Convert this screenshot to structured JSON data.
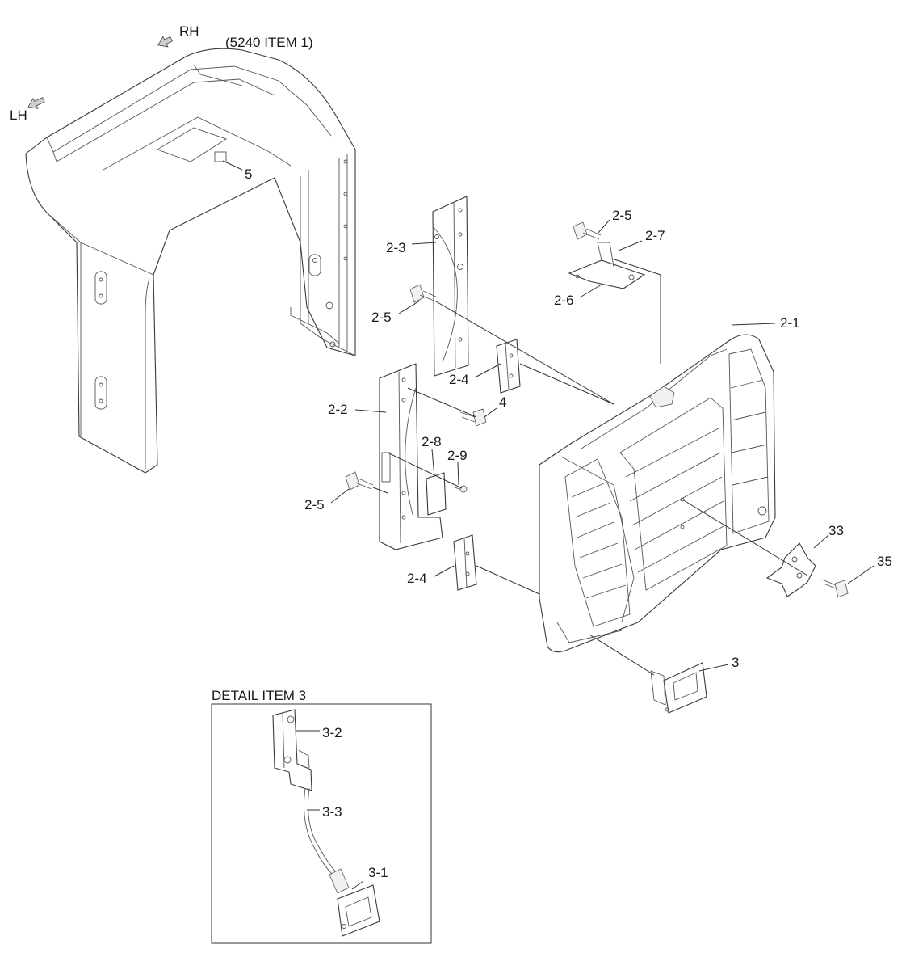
{
  "directions": {
    "rh": "RH",
    "lh": "LH"
  },
  "reference": "(5240 ITEM 1)",
  "detail_title": "DETAIL ITEM 3",
  "labels": {
    "item_5": "5",
    "item_2_3": "2-3",
    "item_2_5_top": "2-5",
    "item_2_5_mid": "2-5",
    "item_2_5_low": "2-5",
    "item_2_7": "2-7",
    "item_2_6": "2-6",
    "item_2_1": "2-1",
    "item_2_4_top": "2-4",
    "item_2_4_low": "2-4",
    "item_2_2": "2-2",
    "item_4": "4",
    "item_2_8": "2-8",
    "item_2_9": "2-9",
    "item_33": "33",
    "item_35": "35",
    "item_3": "3",
    "item_3_2": "3-2",
    "item_3_3": "3-3",
    "item_3_1": "3-1"
  },
  "colors": {
    "line": "#333333",
    "fill": "#ffffff",
    "arrow_fill": "#cfcfcf"
  }
}
